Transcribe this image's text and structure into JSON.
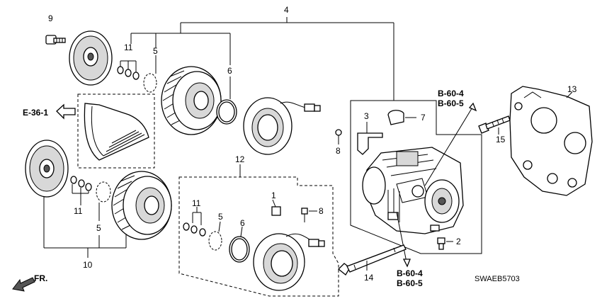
{
  "diagram": {
    "callouts": {
      "c1": "1",
      "c2": "2",
      "c3": "3",
      "c4": "4",
      "c5a": "5",
      "c5b": "5",
      "c5c": "5",
      "c6a": "6",
      "c6b": "6",
      "c7": "7",
      "c8a": "8",
      "c8b": "8",
      "c9": "9",
      "c10": "10",
      "c11a": "11",
      "c11b": "11",
      "c11c": "11",
      "c12": "12",
      "c13": "13",
      "c14": "14",
      "c15": "15"
    },
    "refs": {
      "e36_1": "E-36-1",
      "b60_4_top": "B-60-4",
      "b60_5_top": "B-60-5",
      "b60_4_bottom": "B-60-4",
      "b60_5_bottom": "B-60-5"
    },
    "front_label": "FR.",
    "diagram_code": "SWAEB5703"
  }
}
